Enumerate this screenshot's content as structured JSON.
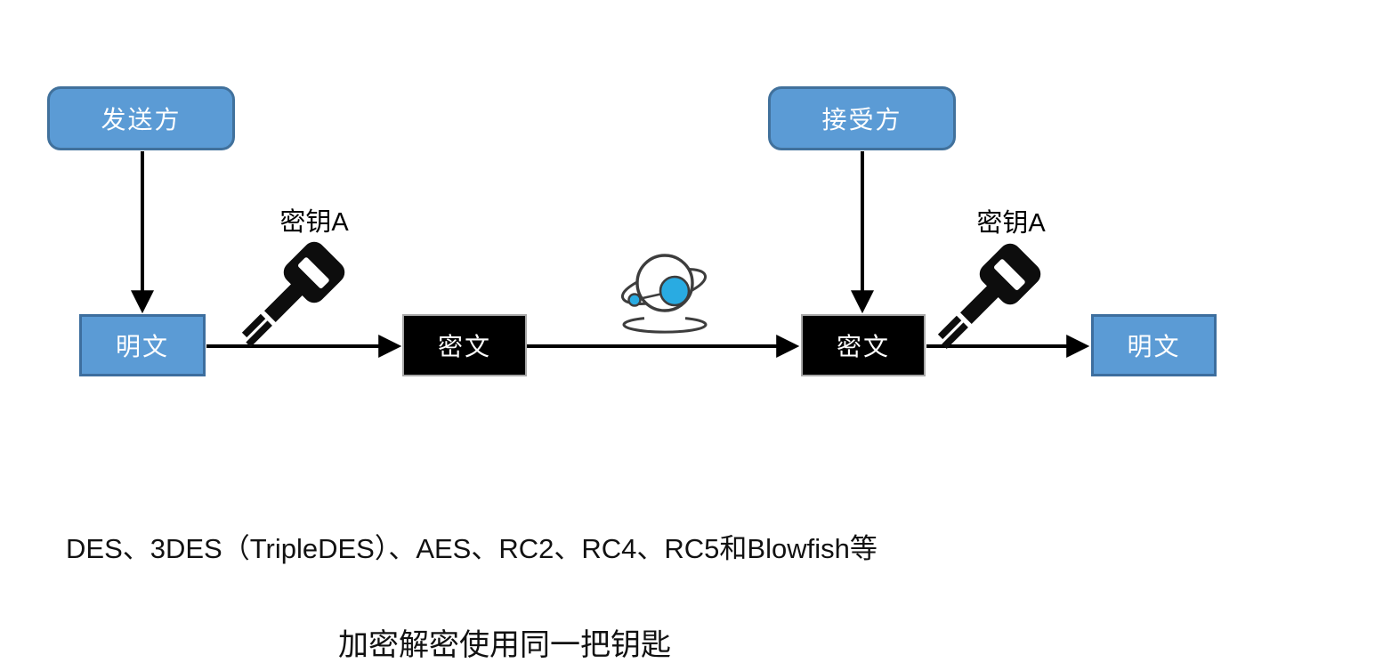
{
  "flow": {
    "sender_label": "发送方",
    "receiver_label": "接受方",
    "left_plaintext_label": "明文",
    "left_ciphertext_label": "密文",
    "right_ciphertext_label": "密文",
    "right_plaintext_label": "明文",
    "left_key_label": "密钥A",
    "right_key_label": "密钥A"
  },
  "notes": {
    "algorithms_line": "DES、3DES（TripleDES）、AES、RC2、RC4、RC5和Blowfish等",
    "summary_line": "加密解密使用同一把钥匙"
  },
  "icons": {
    "left_key": "key-icon",
    "right_key": "key-icon",
    "network": "globe-network-icon"
  },
  "colors": {
    "node_blue": "#5B9BD5",
    "node_blue_border": "#41719C",
    "node_black": "#000000",
    "icon_blue": "#29ABE2",
    "icon_outline": "#3D3D3D",
    "arrow_black": "#000000"
  }
}
